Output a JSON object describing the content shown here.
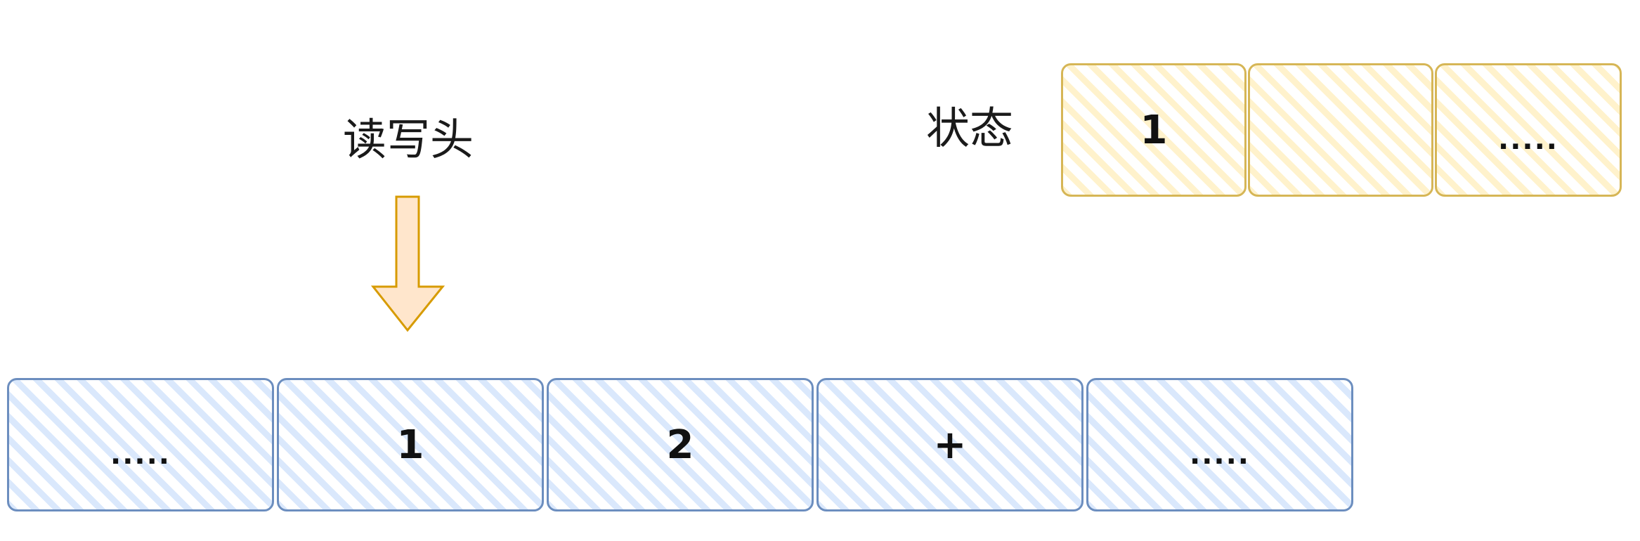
{
  "labels": {
    "head": "读写头",
    "state": "状态"
  },
  "state_register": {
    "cells": [
      "1",
      "",
      "....."
    ]
  },
  "tape": {
    "cells": [
      ".....",
      "1",
      "2",
      "+",
      "....."
    ]
  },
  "colors": {
    "tape_fill": "#dae8fc",
    "tape_stroke": "#6c8ebf",
    "state_fill": "#fff2cc",
    "state_stroke": "#d6b656",
    "arrow_fill": "#ffe6cc",
    "arrow_stroke": "#d79b00"
  }
}
